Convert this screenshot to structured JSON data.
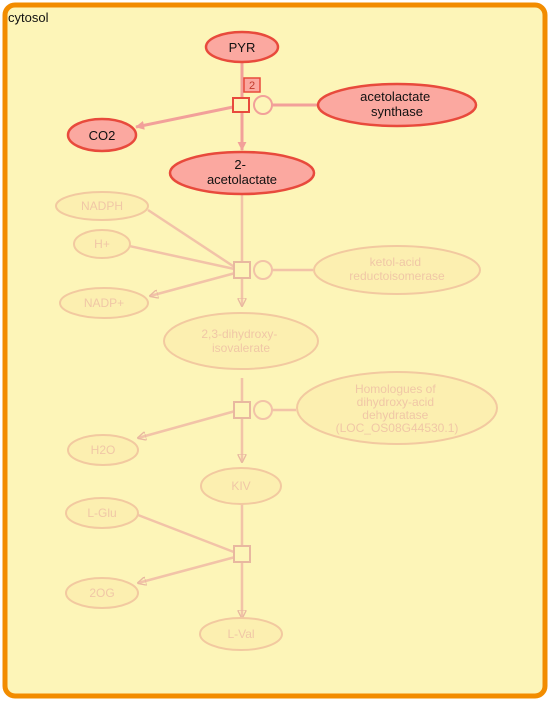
{
  "compartment": {
    "label": "cytosol",
    "color": "#f28c00",
    "fill": "#fdf5b8"
  },
  "colors": {
    "active_fill": "#fba8a0",
    "active_stroke": "#e84a3c",
    "active_text": "#111111",
    "active_edge": "#f2a09a",
    "faded_fill": "#fcefb0",
    "faded_stroke": "#f2c9a0",
    "faded_text": "#f0c7a6",
    "faded_edge": "#f2c3a8"
  },
  "nodes": {
    "pyr": "PYR",
    "co2": "CO2",
    "acetolactate_synthase": [
      "acetolactate",
      "synthase"
    ],
    "acetolactate": [
      "2-",
      "acetolactate"
    ],
    "nadph": "NADPH",
    "h_plus": "H+",
    "nadp_plus": "NADP+",
    "kari": [
      "ketol-acid",
      "reductoisomerase"
    ],
    "dihydroxy_isovalerate": [
      "2,3-dihydroxy-",
      "isovalerate"
    ],
    "dhad": [
      "Homologues of",
      "dihydroxy-acid",
      "dehydratase",
      "(LOC_OS08G44530.1)"
    ],
    "h2o": "H2O",
    "kiv": "KIV",
    "l_glu": "L-Glu",
    "og2": "2OG",
    "l_val": "L-Val"
  },
  "reaction_badge": "2"
}
